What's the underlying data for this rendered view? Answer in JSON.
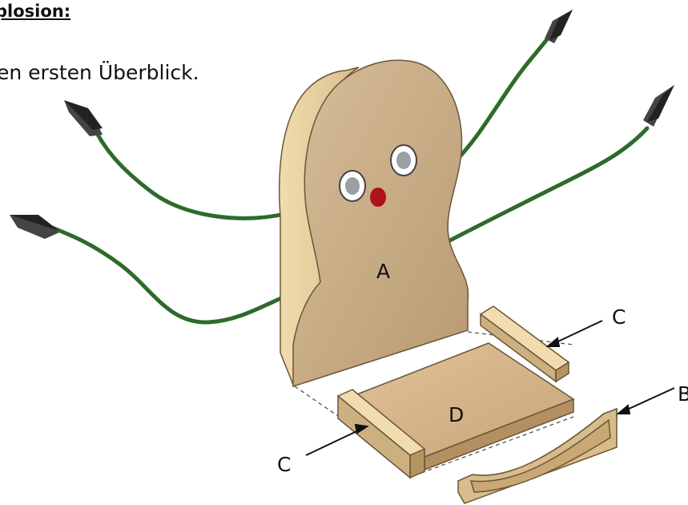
{
  "heading": "plosion:",
  "intro": "en ersten Überblick.",
  "labels": {
    "a": "A",
    "b": "B",
    "c_right": "C",
    "c_left": "C",
    "d": "D"
  },
  "colors": {
    "wood_face": "#c9ae88",
    "wood_edge": "#e5cf9e",
    "wire": "#2e6b2a",
    "clip": "#3a3a3a",
    "nose": "#b0121a"
  }
}
